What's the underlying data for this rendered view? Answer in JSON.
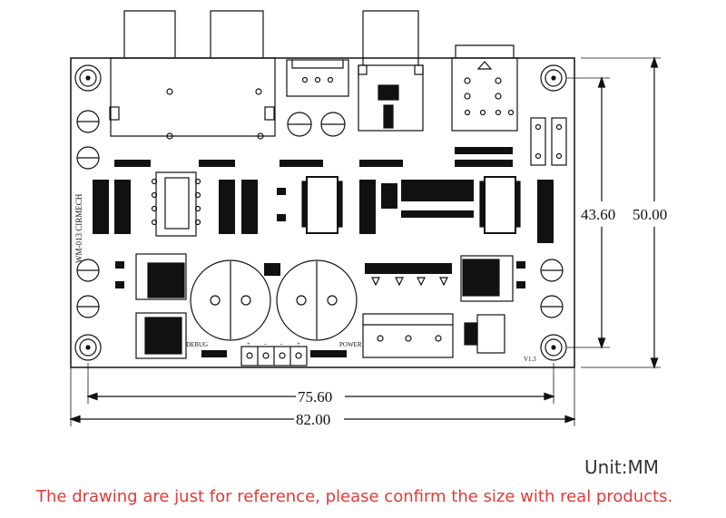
{
  "board": {
    "model_text": "WM-013 CIRMECH",
    "version_text": "V1.3",
    "debug_label": "DEBUG",
    "power_label": "POWER",
    "terminal_marks": [
      "+",
      "-",
      "-",
      "+"
    ]
  },
  "dimensions": {
    "hole_span": "75.60",
    "width": "82.00",
    "hole_height": "43.60",
    "height": "50.00"
  },
  "unit": "Unit:MM",
  "note": "The drawing are just for reference, please confirm the size with real products.",
  "colors": {
    "line": "#111111",
    "note": "#e53935",
    "unit": "#333333"
  }
}
